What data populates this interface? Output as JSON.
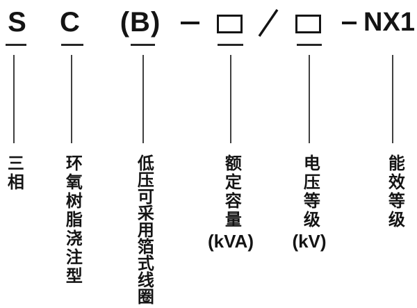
{
  "diagram": {
    "code_pattern": "S C (B) — □ / □ — NX1",
    "tokens": {
      "phase": "S",
      "cast": "C",
      "foil": "(B)",
      "dash": "—",
      "slash": "/",
      "suffix": "NX1"
    },
    "labels": [
      {
        "text": "三相",
        "suffix": ""
      },
      {
        "text": "环氧树脂浇注型",
        "suffix": ""
      },
      {
        "text": "低压可采用箔式线圈",
        "suffix": ""
      },
      {
        "text": "额定容量",
        "suffix": "(kVA)"
      },
      {
        "text": "电压等级",
        "suffix": "(kV)"
      },
      {
        "text": "能效等级",
        "suffix": ""
      }
    ],
    "colors": {
      "background": "#ffffff",
      "text": "#141414",
      "line": "#3f3f3f"
    }
  }
}
